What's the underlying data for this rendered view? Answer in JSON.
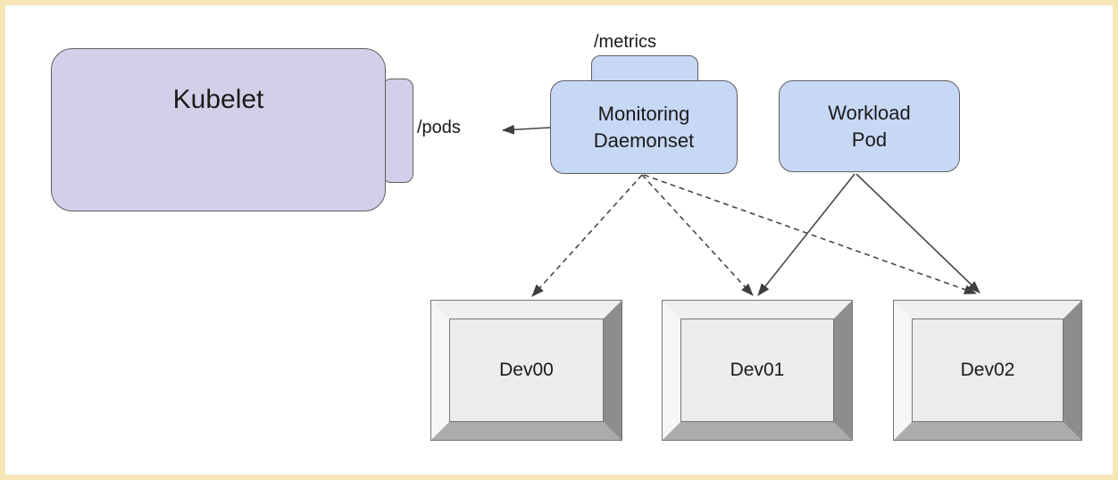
{
  "diagram": {
    "nodes": {
      "kubelet": {
        "label": "Kubelet"
      },
      "monitoring_daemonset": {
        "lines": [
          "Monitoring",
          "Daemonset"
        ]
      },
      "workload_pod": {
        "lines": [
          "Workload",
          "Pod"
        ]
      },
      "devices": [
        {
          "label": "Dev00"
        },
        {
          "label": "Dev01"
        },
        {
          "label": "Dev02"
        }
      ]
    },
    "endpoint_labels": {
      "pods": "/pods",
      "metrics": "/metrics"
    },
    "edges": [
      {
        "from": "monitoring_daemonset",
        "to": "kubelet /pods",
        "style": "solid-arrow"
      },
      {
        "from": "monitoring_daemonset",
        "to": "dev00",
        "style": "dashed-arrow"
      },
      {
        "from": "monitoring_daemonset",
        "to": "dev01",
        "style": "dashed-arrow"
      },
      {
        "from": "monitoring_daemonset",
        "to": "dev02",
        "style": "dashed-arrow"
      },
      {
        "from": "workload_pod",
        "to": "dev01",
        "style": "solid-arrow"
      },
      {
        "from": "workload_pod",
        "to": "dev02",
        "style": "solid-arrow"
      }
    ],
    "colors": {
      "frame": "#f6e8b6",
      "canvas": "#ffffff",
      "purple_fill": "#d5cee8",
      "blue_fill": "#c7d8f5",
      "node_border": "#5f5f5f",
      "arrow": "#474747",
      "device_face": "#ececec",
      "device_bevel_top": "#f0f0f0",
      "device_bevel_left": "#f6f6f6",
      "device_bevel_right": "#8d8d8d",
      "device_bevel_bottom": "#acacac"
    }
  }
}
